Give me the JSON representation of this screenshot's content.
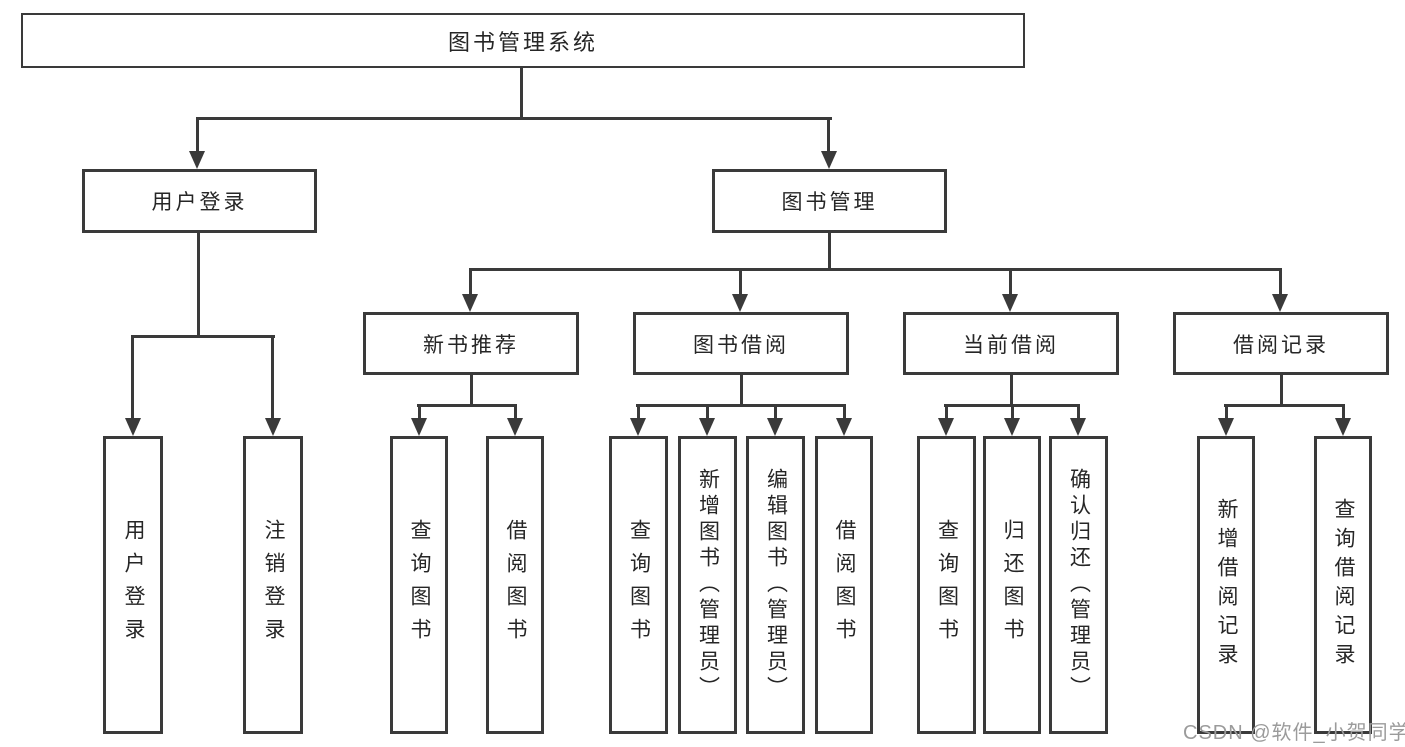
{
  "diagram": {
    "root": {
      "label": "图书管理系统"
    },
    "level2": [
      {
        "label": "用户登录"
      },
      {
        "label": "图书管理"
      }
    ],
    "level3": [
      {
        "label": "新书推荐"
      },
      {
        "label": "图书借阅"
      },
      {
        "label": "当前借阅"
      },
      {
        "label": "借阅记录"
      }
    ],
    "leaves": {
      "user_login_group": [
        "用户登录",
        "注销登录"
      ],
      "new_book_group": [
        "查询图书",
        "借阅图书"
      ],
      "book_borrow_group": [
        "查询图书",
        "新增图书（管理员）",
        "编辑图书（管理员）",
        "借阅图书"
      ],
      "current_borrow_group": [
        "查询图书",
        "归还图书",
        "确认归还（管理员）"
      ],
      "borrow_record_group": [
        "新增借阅记录",
        "查询借阅记录"
      ]
    }
  },
  "watermark": {
    "text": "CSDN @软件_小贺同学",
    "color": "#9b9b9b"
  },
  "colors": {
    "line": "#3a3a3a",
    "box_border": "#3a3a3a",
    "background": "#ffffff",
    "text": "#262626"
  }
}
